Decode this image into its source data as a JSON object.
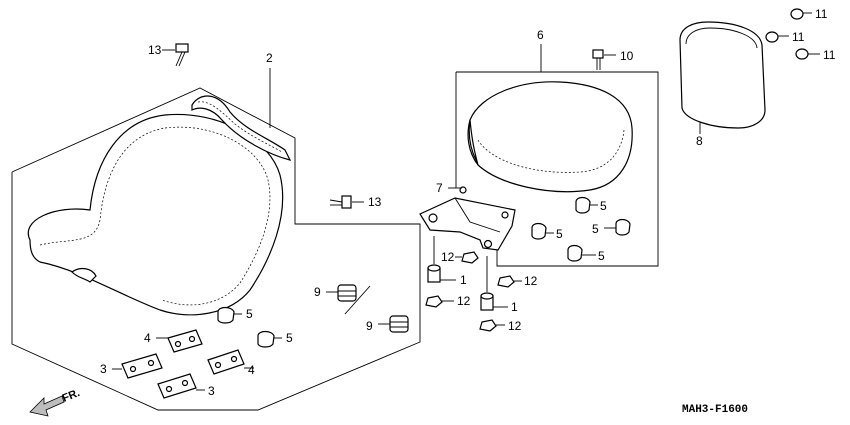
{
  "callouts": [
    "1",
    "2",
    "3",
    "4",
    "5",
    "6",
    "7",
    "8",
    "9",
    "10",
    "11",
    "12",
    "13"
  ],
  "direction_label": "FR.",
  "figure_code": "MAH3-F1600"
}
